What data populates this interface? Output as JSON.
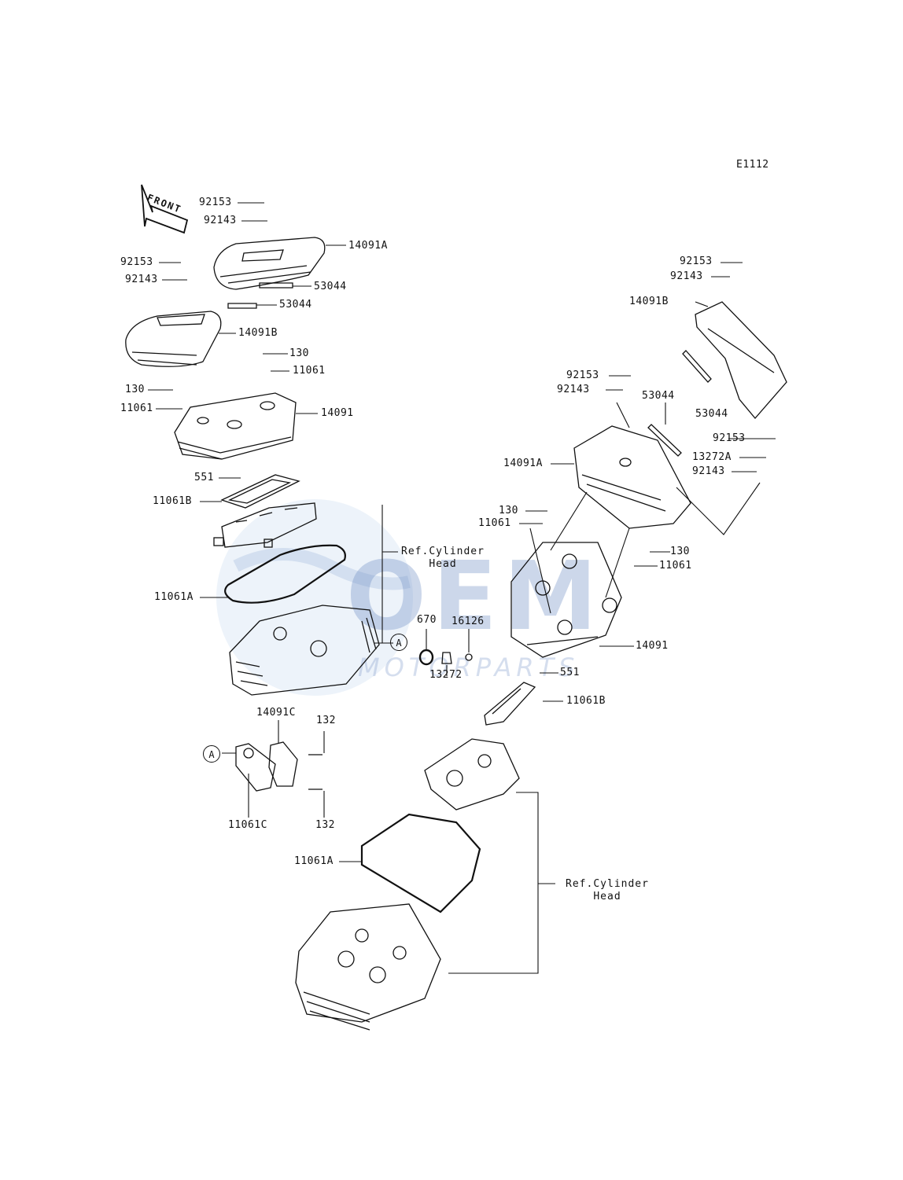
{
  "diagram_code": "E1112",
  "front_label": "FRONT",
  "watermark": {
    "brand": "OEM",
    "sub": "MOTORPARTS"
  },
  "callouts": {
    "circle_a": "A"
  },
  "references": {
    "ref_cylinder_head_1": {
      "line1": "Ref.Cylinder",
      "line2": "Head"
    },
    "ref_cylinder_head_2": {
      "line1": "Ref.Cylinder",
      "line2": "Head"
    }
  },
  "labels": {
    "p92153_a": "92153",
    "p92143_a": "92143",
    "p14091a_a": "14091A",
    "p53044_a": "53044",
    "p92153_b": "92153",
    "p92143_b": "92143",
    "p53044_b": "53044",
    "p14091b_a": "14091B",
    "p130_a": "130",
    "p11061_a": "11061",
    "p130_b": "130",
    "p11061_b": "11061",
    "p14091_a": "14091",
    "p551_a": "551",
    "p11061b_a": "11061B",
    "p11061a_a": "11061A",
    "p670": "670",
    "p16126": "16126",
    "p13272": "13272",
    "p14091c": "14091C",
    "p132_a": "132",
    "p11061c": "11061C",
    "p132_b": "132",
    "p11061a_b": "11061A",
    "p92153_c": "92153",
    "p92143_c": "92143",
    "p14091b_b": "14091B",
    "p92153_d": "92153",
    "p92143_d": "92143",
    "p53044_c": "53044",
    "p53044_d": "53044",
    "p14091a_b": "14091A",
    "p92153_e": "92153",
    "p13272a": "13272A",
    "p92143_e": "92143",
    "p130_c": "130",
    "p11061_c": "11061",
    "p130_d": "130",
    "p11061_d": "11061",
    "p14091_b": "14091",
    "p551_b": "551",
    "p11061b_b": "11061B"
  }
}
